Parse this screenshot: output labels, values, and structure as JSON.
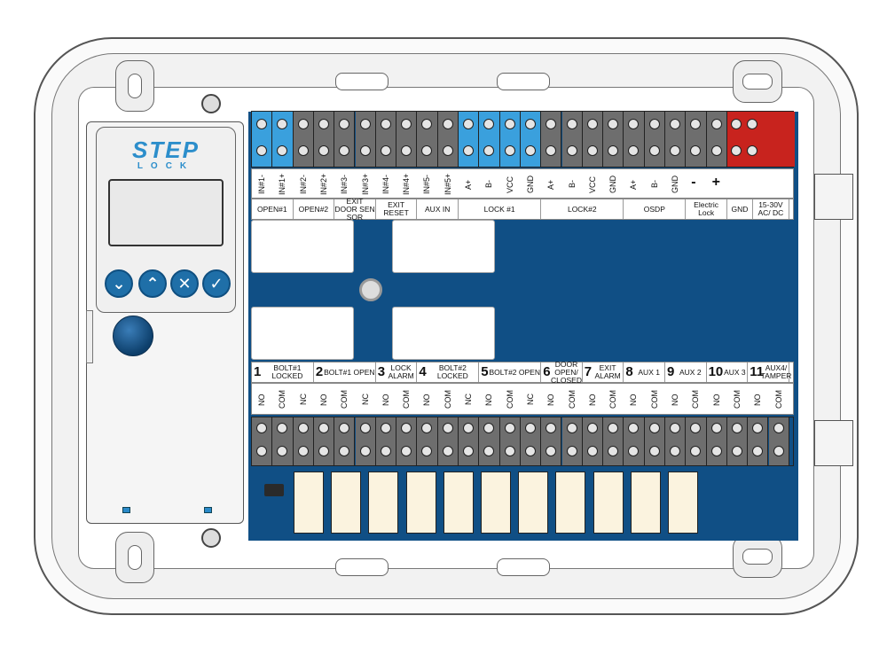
{
  "brand": {
    "name": "STEP",
    "sub": "LOCK"
  },
  "keypad": {
    "down": "⌄",
    "up": "⌃",
    "cancel": "✕",
    "ok": "✓"
  },
  "top_pins": [
    "IN#1-",
    "IN#1+",
    "IN#2-",
    "IN#2+",
    "IN#3-",
    "IN#3+",
    "IN#4-",
    "IN#4+",
    "IN#5-",
    "IN#5+",
    "A+",
    "B-",
    "VCC",
    "GND",
    "A+",
    "B-",
    "VCC",
    "GND",
    "A+",
    "B-",
    "GND",
    "-",
    "+"
  ],
  "top_groups": [
    "OPEN#1",
    "OPEN#2",
    "EXIT DOOR SEN SOR",
    "EXIT RESET",
    "AUX IN",
    "LOCK #1",
    "LOCK#2",
    "OSDP",
    "Electric Lock",
    "GND",
    "15-30V AC/ DC"
  ],
  "relays": [
    {
      "num": "1",
      "label": "BOLT#1 LOCKED",
      "pins": [
        "NO",
        "COM",
        "NC"
      ]
    },
    {
      "num": "2",
      "label": "BOLT#1 OPEN",
      "pins": [
        "NO",
        "COM",
        "NC"
      ]
    },
    {
      "num": "3",
      "label": "LOCK ALARM",
      "pins": [
        "NO",
        "COM"
      ]
    },
    {
      "num": "4",
      "label": "BOLT#2 LOCKED",
      "pins": [
        "NO",
        "COM",
        "NC"
      ]
    },
    {
      "num": "5",
      "label": "BOLT#2 OPEN",
      "pins": [
        "NO",
        "COM",
        "NC"
      ]
    },
    {
      "num": "6",
      "label": "DOOR OPEN/ CLOSED",
      "pins": [
        "NO",
        "COM"
      ]
    },
    {
      "num": "7",
      "label": "EXIT ALARM",
      "pins": [
        "NO",
        "COM"
      ]
    },
    {
      "num": "8",
      "label": "AUX 1",
      "pins": [
        "NO",
        "COM"
      ]
    },
    {
      "num": "9",
      "label": "AUX 2",
      "pins": [
        "NO",
        "COM"
      ]
    },
    {
      "num": "10",
      "label": "AUX 3",
      "pins": [
        "NO",
        "COM"
      ]
    },
    {
      "num": "11",
      "label": "AUX4/ TAMPER",
      "pins": [
        "NO",
        "COM"
      ]
    }
  ],
  "colors": {
    "pcb": "#104f85",
    "terminal_blue": "#3aa0dd",
    "terminal_red": "#c8231e",
    "terminal_grey": "#6e6e6e"
  }
}
